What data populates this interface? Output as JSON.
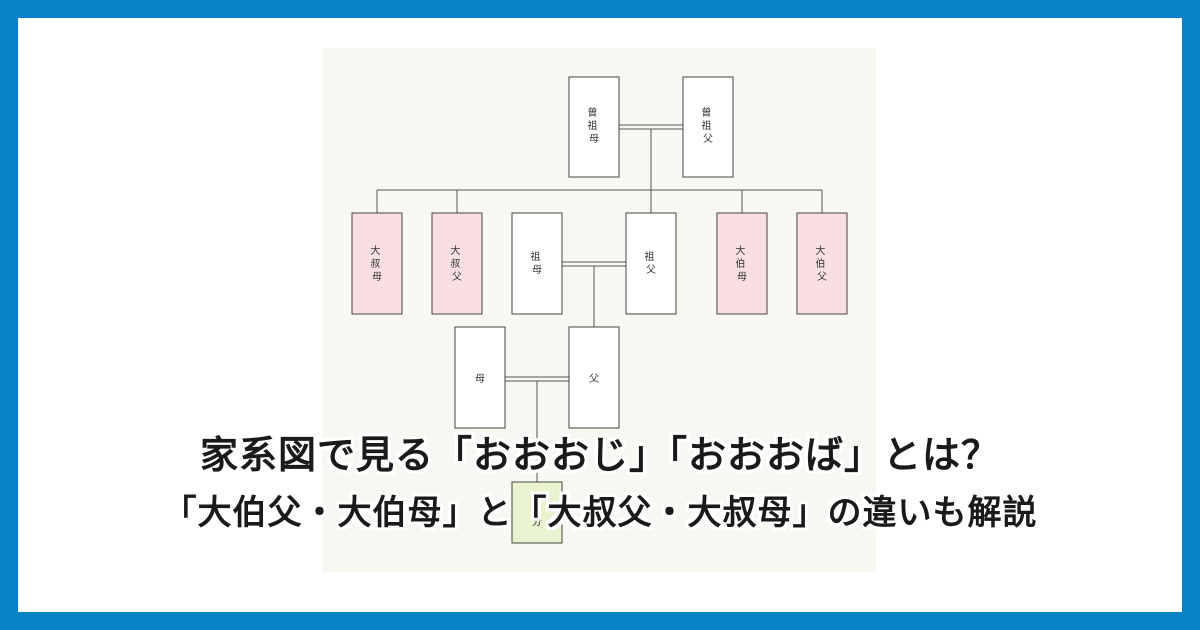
{
  "title": {
    "line1": "家系図で見る「おおおじ」「おおおば」とは？",
    "line2": "「大伯父・大伯母」と「大叔父・大叔母」の違いも解説"
  },
  "diagram": {
    "boxes": [
      {
        "id": "hii-sobo",
        "label": "曾祖母",
        "fill": "#ffffff"
      },
      {
        "id": "hii-sofu",
        "label": "曾祖父",
        "fill": "#ffffff"
      },
      {
        "id": "daishukubo",
        "label": "大叔母",
        "fill": "#f9dfe3"
      },
      {
        "id": "daishukufu",
        "label": "大叔父",
        "fill": "#f9dfe3"
      },
      {
        "id": "sobo",
        "label": "祖母",
        "fill": "#ffffff"
      },
      {
        "id": "sofu",
        "label": "祖父",
        "fill": "#ffffff"
      },
      {
        "id": "daihakubo",
        "label": "大伯母",
        "fill": "#f9dfe3"
      },
      {
        "id": "daihakufu",
        "label": "大伯父",
        "fill": "#f9dfe3"
      },
      {
        "id": "haha",
        "label": "母",
        "fill": "#ffffff"
      },
      {
        "id": "chichi",
        "label": "父",
        "fill": "#ffffff"
      },
      {
        "id": "jibun",
        "label": "自分",
        "fill": "#eaf3cf"
      }
    ]
  }
}
